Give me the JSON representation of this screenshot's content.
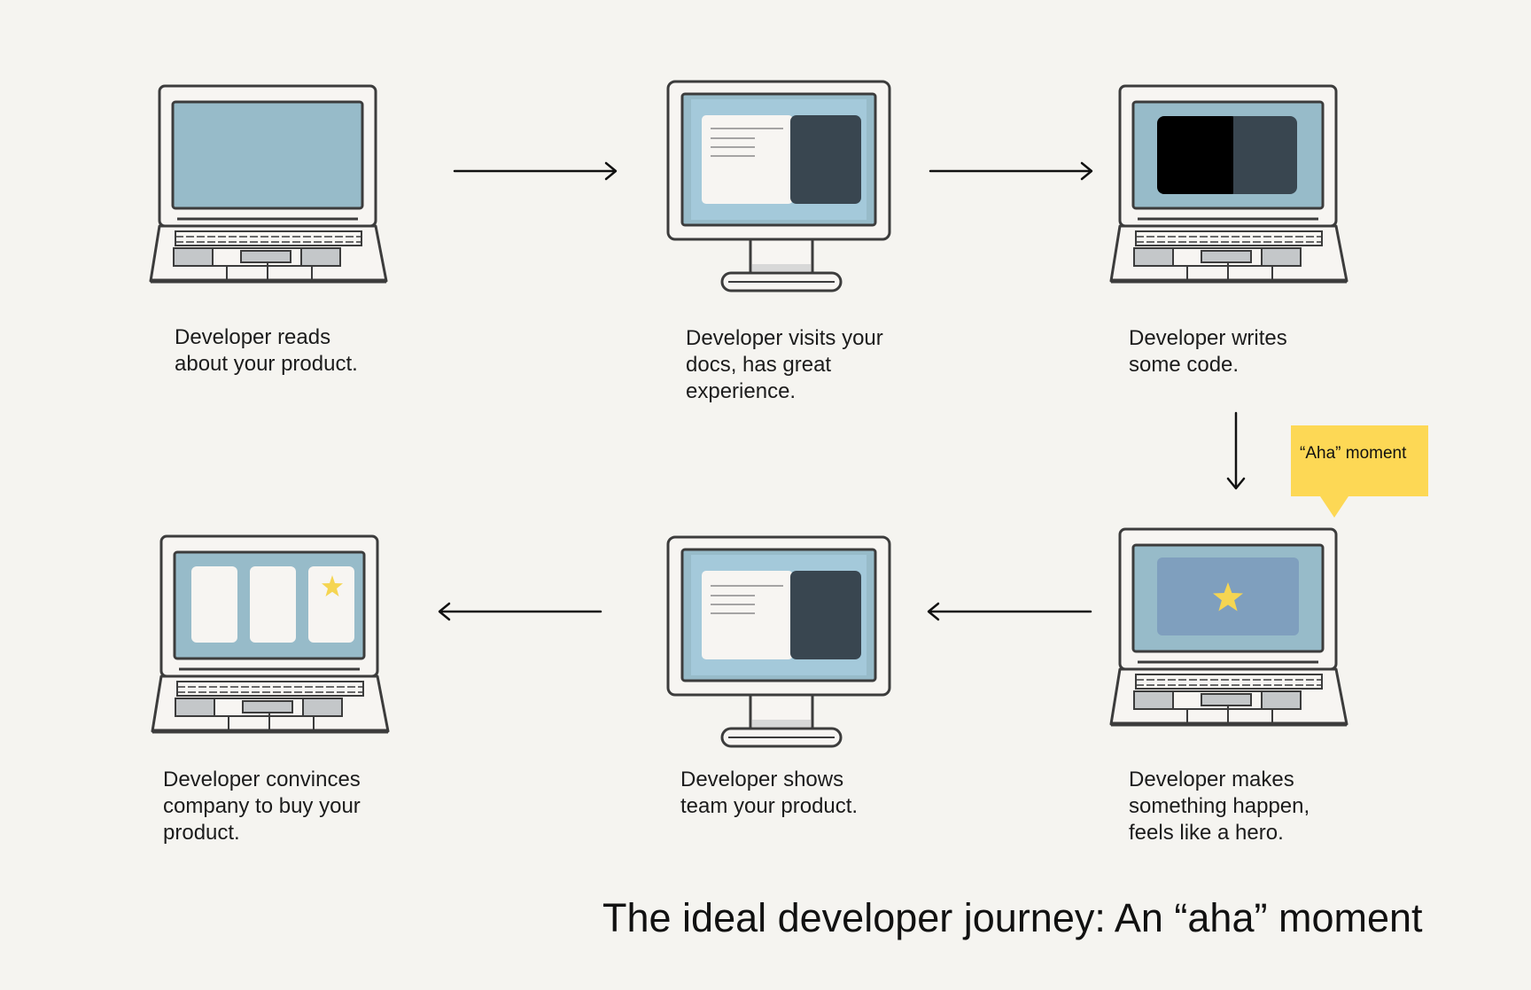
{
  "steps": [
    {
      "lines": [
        "Developer reads",
        "about your product."
      ]
    },
    {
      "lines": [
        "Developer visits your",
        "docs, has great",
        "experience."
      ]
    },
    {
      "lines": [
        "Developer writes",
        "some code."
      ]
    },
    {
      "lines": [
        "Developer makes",
        "something happen,",
        "feels like a hero."
      ]
    },
    {
      "lines": [
        "Developer shows",
        "team your product."
      ]
    },
    {
      "lines": [
        "Developer convinces",
        "company to buy your",
        "product."
      ]
    }
  ],
  "aha_label": "“Aha” moment",
  "title": "The ideal developer journey: An “aha” moment",
  "icons": [
    "laptop-icon",
    "desktop-monitor-icon",
    "star-icon",
    "arrow-icon"
  ],
  "colors": {
    "background": "#f5f4f0",
    "screen": "#97bbc9",
    "screen_alt": "#a4c9da",
    "document": "#f7f5f2",
    "dark_panel": "#394650",
    "black_panel": "#000000",
    "highlight_panel": "#7f9fbe",
    "star": "#f5d552",
    "device_outline": "#3c3c3c",
    "callout": "#fdd855"
  }
}
